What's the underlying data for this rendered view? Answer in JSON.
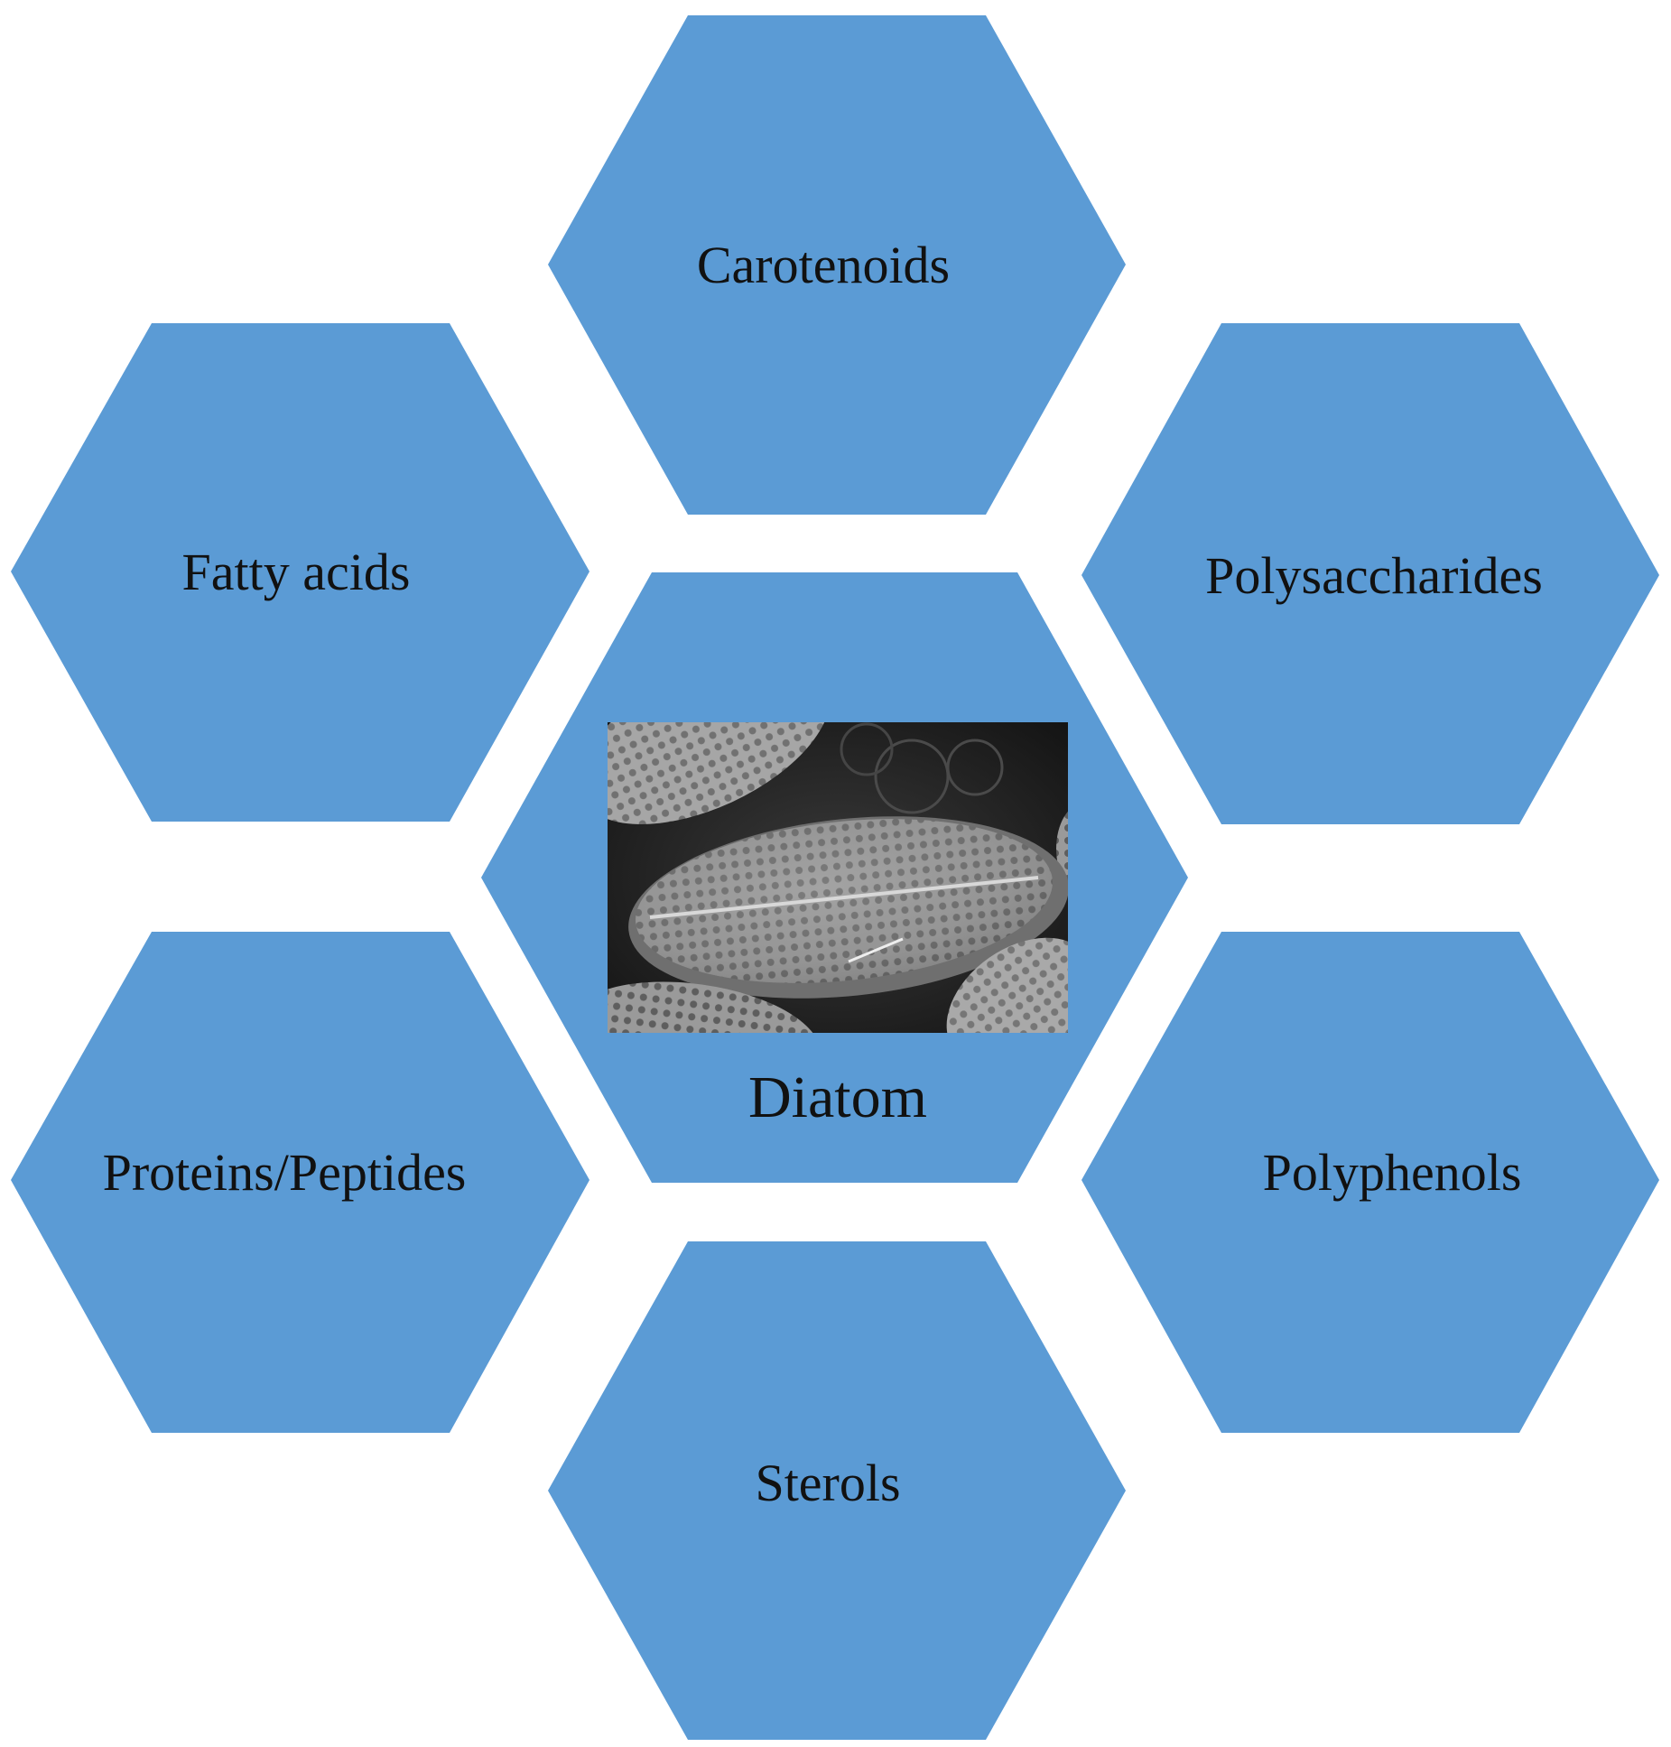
{
  "diagram": {
    "center": {
      "label": "Diatom",
      "image": "diatom-sem-micrograph"
    },
    "compounds": [
      {
        "label": "Carotenoids"
      },
      {
        "label": "Fatty acids"
      },
      {
        "label": "Polysaccharides"
      },
      {
        "label": "Proteins/Peptides"
      },
      {
        "label": "Polyphenols"
      },
      {
        "label": "Sterols"
      }
    ]
  },
  "colors": {
    "hexagon": "#5b9bd5",
    "text": "#111111",
    "background": "#ffffff"
  }
}
